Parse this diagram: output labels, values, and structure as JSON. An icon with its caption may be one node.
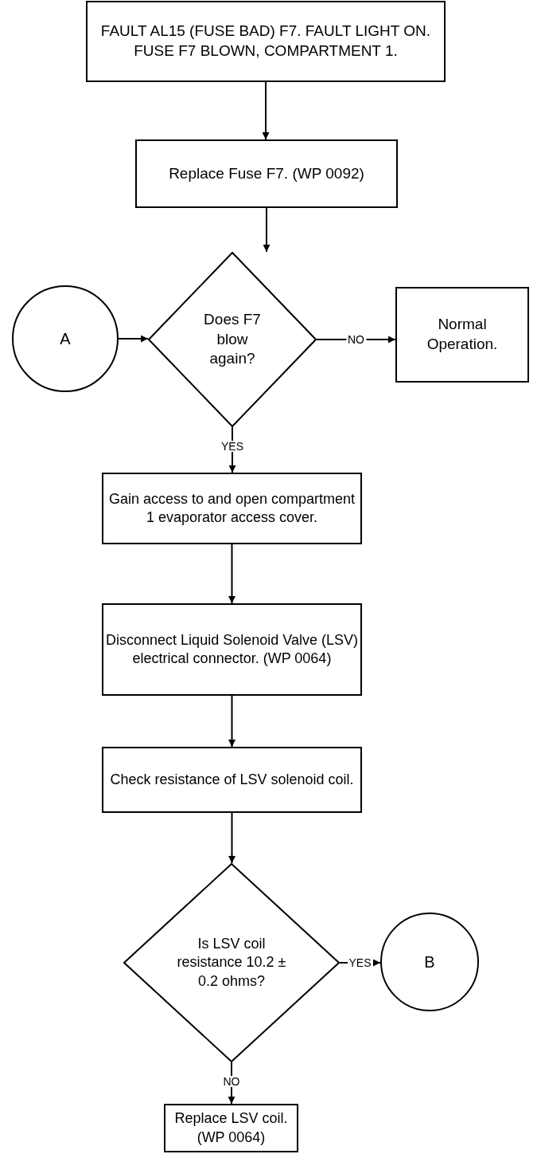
{
  "diagram": {
    "nodes": [
      {
        "text": [
          "FAULT AL15 (FUSE BAD) F7. FAULT LIGHT ON. FUSE F7 BLOWN, COMPARTMENT 1."
        ]
      },
      {
        "text": [
          "Replace Fuse F7. (WP 0092)"
        ]
      },
      {
        "text": [
          "Does F7 blow again?"
        ]
      },
      {
        "text": [
          "A"
        ]
      },
      {
        "text": [
          "Normal Operation."
        ]
      },
      {
        "text": [
          "Gain access to and open compartment 1 evaporator access cover."
        ]
      },
      {
        "text": [
          "Disconnect Liquid Solenoid Valve (LSV) electrical connector. (WP 0064)"
        ]
      },
      {
        "text": [
          "Check resistance of LSV solenoid coil."
        ]
      },
      {
        "text": [
          "Is LSV coil resistance 10.2 ± 0.2 ohms?"
        ]
      },
      {
        "text": [
          "B"
        ]
      },
      {
        "text": [
          "Replace LSV coil. (WP 0064)"
        ]
      }
    ],
    "edges": [
      {
        "from": 0,
        "to": 1,
        "arrow": "to"
      },
      {
        "from": 1,
        "to": 2,
        "arrow": "to"
      },
      {
        "from": 3,
        "to": 2,
        "arrow": "to"
      },
      {
        "from": 2,
        "to": 4,
        "arrow": "to",
        "label": "NO"
      },
      {
        "from": 2,
        "to": 5,
        "arrow": "to",
        "label": "YES"
      },
      {
        "from": 5,
        "to": 6,
        "arrow": "to"
      },
      {
        "from": 6,
        "to": 7,
        "arrow": "to"
      },
      {
        "from": 7,
        "to": 8,
        "arrow": "to"
      },
      {
        "from": 8,
        "to": 9,
        "arrow": "to",
        "label": "YES"
      },
      {
        "from": 8,
        "to": 10,
        "arrow": "to",
        "label": "NO"
      }
    ]
  }
}
